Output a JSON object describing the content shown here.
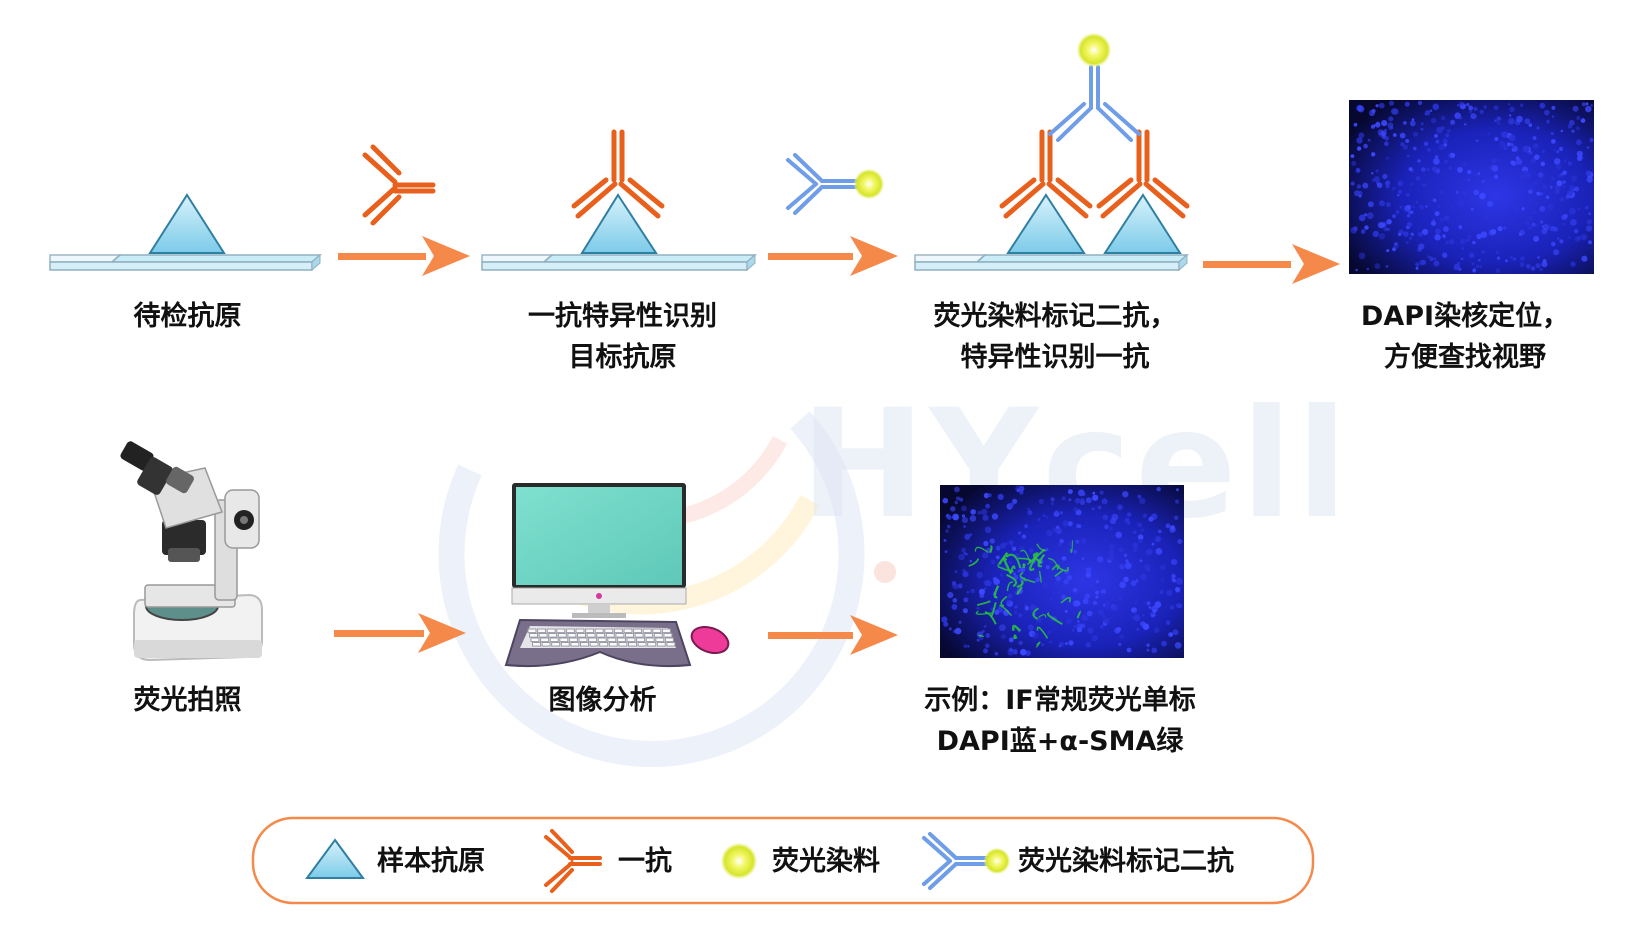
{
  "steps": {
    "s1": [
      "待检抗原"
    ],
    "s2": [
      "一抗特异性识别",
      "目标抗原"
    ],
    "s3": [
      "荧光染料标记二抗，",
      "特异性识别一抗"
    ],
    "s4": [
      "DAPI染核定位，",
      "方便查找视野"
    ],
    "s5": [
      "荧光拍照"
    ],
    "s6": [
      "图像分析"
    ],
    "s7": [
      "示例：IF常规荧光单标",
      "DAPI蓝+α-SMA绿"
    ]
  },
  "legend": {
    "antigen": "样本抗原",
    "primary": "一抗",
    "dye": "荧光染料",
    "secondary": "荧光染料标记二抗"
  },
  "watermark": "HYcell",
  "colors": {
    "arrow": "#f5894a",
    "primary_antibody": "#e8601c",
    "secondary_antibody": "#6f9de8",
    "dye": "#e0ec3a",
    "antigen": "#8fd3ef",
    "slide": "#d9f0f8",
    "legend_border": "#f5894a",
    "dapi": "#1a22c8",
    "sma": "#29c93a"
  }
}
